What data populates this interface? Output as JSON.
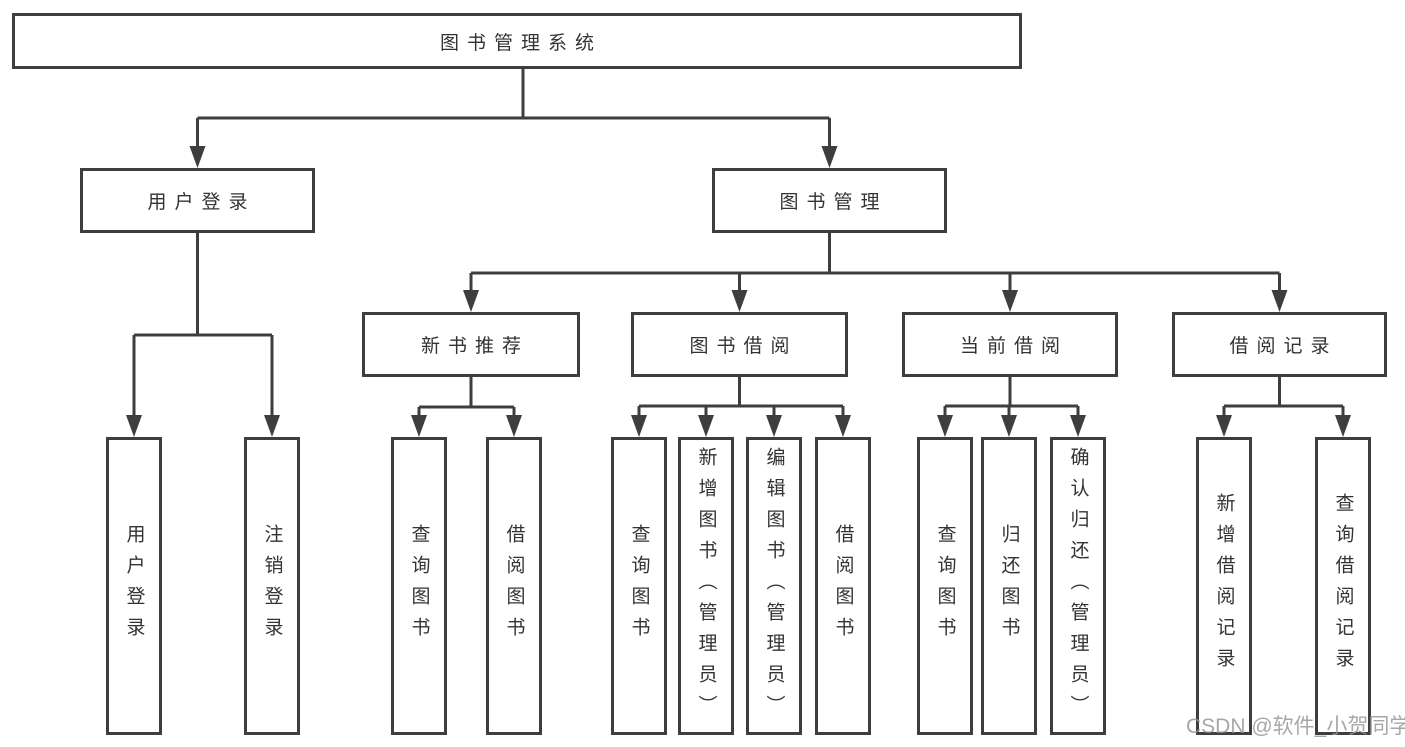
{
  "tree": {
    "root": "图书管理系统",
    "children": [
      {
        "label": "用户登录",
        "children": [
          "用户登录",
          "注销登录"
        ]
      },
      {
        "label": "图书管理",
        "children": [
          {
            "label": "新书推荐",
            "children": [
              "查询图书",
              "借阅图书"
            ]
          },
          {
            "label": "图书借阅",
            "children": [
              "查询图书",
              "新增图书（管理员）",
              "编辑图书（管理员）",
              "借阅图书"
            ]
          },
          {
            "label": "当前借阅",
            "children": [
              "查询图书",
              "归还图书",
              "确认归还（管理员）"
            ]
          },
          {
            "label": "借阅记录",
            "children": [
              "新增借阅记录",
              "查询借阅记录"
            ]
          }
        ]
      }
    ]
  },
  "watermark": {
    "text": "CSDN @软件_小贺同学"
  },
  "colors": {
    "line": "#3e3e3e",
    "text": "#333333",
    "watermark": "#949494",
    "background": "#ffffff"
  }
}
